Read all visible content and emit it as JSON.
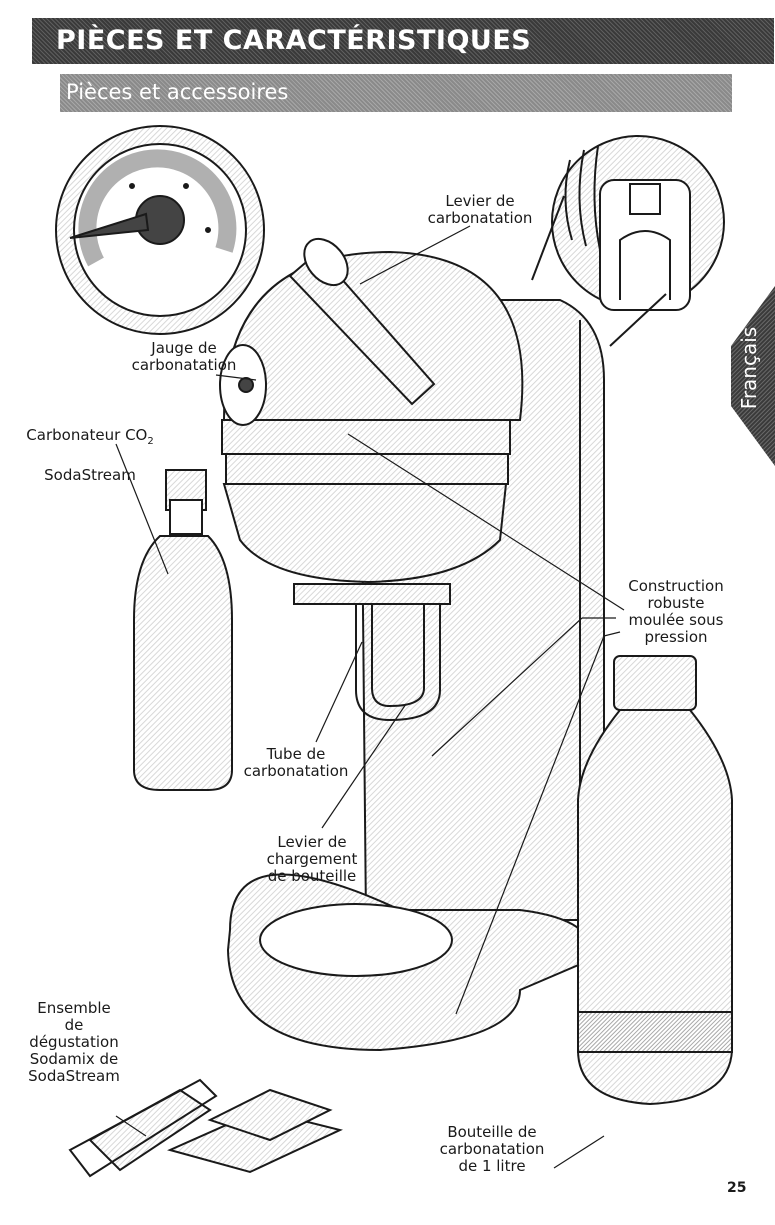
{
  "header": {
    "title": "PIÈCES ET CARACTÉRISTIQUES",
    "subtitle": "Pièces et accessoires"
  },
  "side_tab": {
    "label": "Français"
  },
  "labels": {
    "carbonation_lever": "Levier de\ncarbonatation",
    "carbonation_gauge": "Jauge de\ncarbonatation",
    "co2_carbonator_line1": "Carbonateur CO",
    "co2_subscript": "2",
    "co2_carbonator_line2": "SodaStream",
    "sturdy_construction": "Construction\nrobuste\nmoulée sous\npression",
    "carbonation_tube": "Tube de\ncarbonatation",
    "bottle_load_lever": "Levier de\nchargement\nde bouteille",
    "sodamix_kit": "Ensemble\nde\ndégustation\nSodamix de\nSodaStream",
    "bottle": "Bouteille de\ncarbonatation\nde 1 litre"
  },
  "page_number": "25",
  "colors": {
    "header_bg": "#3a3a3a",
    "subheader_bg": "#8a8a8a",
    "line": "#1a1a1a"
  }
}
